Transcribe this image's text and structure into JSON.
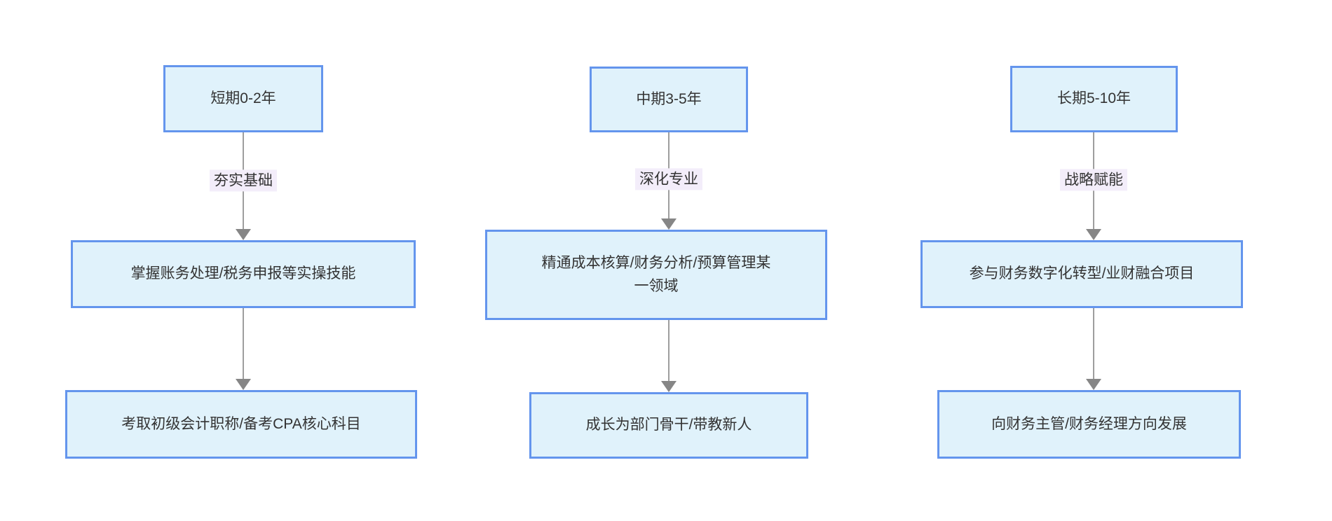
{
  "diagram": {
    "type": "flowchart",
    "direction": "top-down",
    "colors": {
      "node_fill": "#e0f2fb",
      "node_border": "#6495ed",
      "edge_line": "#9e9e9e",
      "arrowhead": "#868686",
      "edge_label_bg": "#f3edfa",
      "text": "#333333",
      "background": "#ffffff"
    },
    "columns": [
      {
        "id": "short-term",
        "stage": "短期0-2年",
        "edge_label": "夯实基础",
        "step1": "掌握账务处理/税务申报等实操技能",
        "step2": "考取初级会计职称/备考CPA核心科目"
      },
      {
        "id": "mid-term",
        "stage": "中期3-5年",
        "edge_label": "深化专业",
        "step1": "精通成本核算/财务分析/预算管理某\n一领域",
        "step2": "成长为部门骨干/带教新人"
      },
      {
        "id": "long-term",
        "stage": "长期5-10年",
        "edge_label": "战略赋能",
        "step1": "参与财务数字化转型/业财融合项目",
        "step2": "向财务主管/财务经理方向发展"
      }
    ]
  }
}
